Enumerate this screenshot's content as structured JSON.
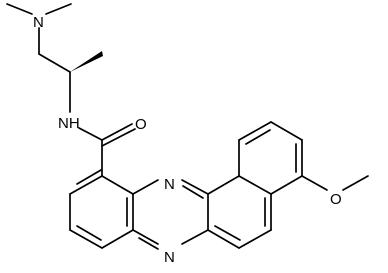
{
  "molecule": {
    "atom_labels": {
      "n_dimethyl": "N",
      "n_amide": "NH",
      "o_carbonyl": "O",
      "n_ring_top": "N",
      "n_ring_bottom": "N",
      "o_methoxy": "O"
    }
  }
}
